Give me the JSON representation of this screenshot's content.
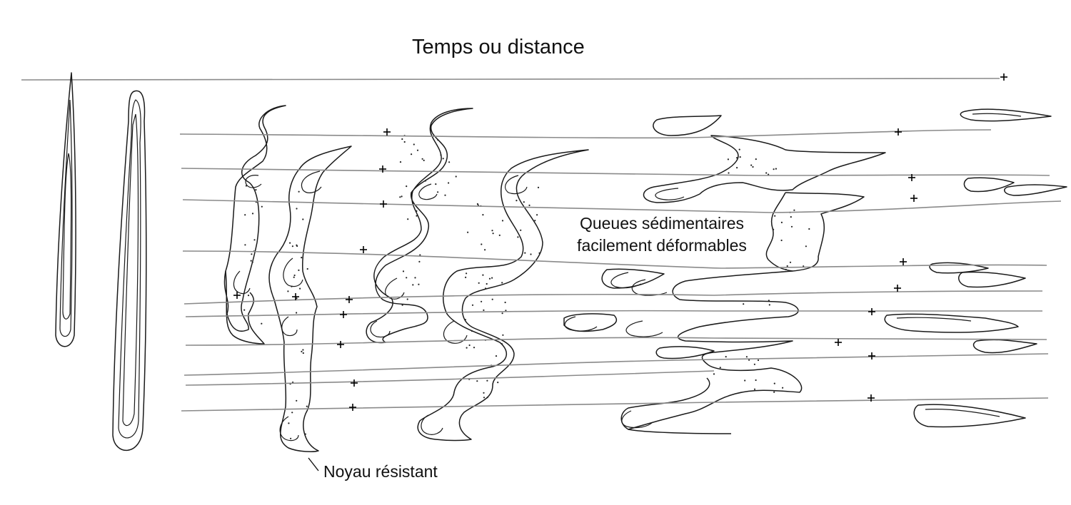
{
  "labels": {
    "title": "Temps ou distance",
    "tails_line1": "Queues sédimentaires",
    "tails_line2": "facilement déformables",
    "core": "Noyau résistant"
  },
  "colors": {
    "flow_lines": "#8a8a8a",
    "outlines": "#1a1a1a",
    "background": "#ffffff"
  }
}
